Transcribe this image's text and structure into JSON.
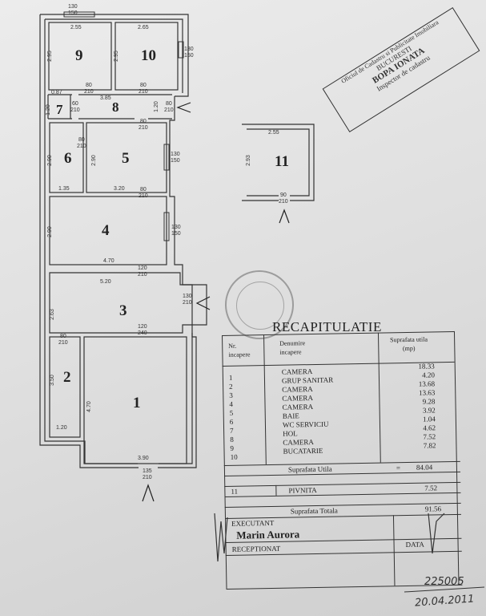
{
  "plan": {
    "rooms": [
      "1",
      "2",
      "3",
      "4",
      "5",
      "6",
      "7",
      "8",
      "9",
      "10",
      "11"
    ],
    "dims": {
      "top_window": "130\n150",
      "r9_width": "2.55",
      "r9_height": "2.95",
      "r10_width": "2.65",
      "r10_height": "2.95",
      "r10_window": "130\n150",
      "door_9": "80\n210",
      "door_10": "80\n210",
      "r7_width": "0.87",
      "r7_height": "1.20",
      "door_7": "60\n210",
      "r8_width": "3.85",
      "r8_height": "1.20",
      "entry_8": "80\n210",
      "door_5_top": "80\n210",
      "door_6": "80\n210",
      "r6_height": "2.90",
      "r6_width": "1.35",
      "r5_height": "2.90",
      "r5_width": "3.20",
      "r5_window": "130\n150",
      "door_4": "80\n210",
      "r4_height": "2.90",
      "r4_width": "4.70",
      "r4_window": "130\n150",
      "door_3_top": "120\n210",
      "r3_width": "5.20",
      "r3_height": "2.63",
      "entry_3": "130\n210",
      "door_2": "80\n210",
      "door_1": "120\n240",
      "r2_height": "3.50",
      "r2_width": "1.20",
      "r1_height": "4.70",
      "r1_width": "3.90",
      "entry_1": "135\n210",
      "r11_width": "2.55",
      "r11_height": "2.93",
      "entry_11": "90\n210"
    }
  },
  "recap": {
    "title": "RECAPITULATIE",
    "headers": {
      "nr": "Nr.\nincapere",
      "name": "Denumire\nincapere",
      "area": "Suprafata utila\n(mp)"
    },
    "numbers": [
      "1",
      "2",
      "3",
      "4",
      "5",
      "6",
      "7",
      "8",
      "9",
      "10"
    ],
    "names": [
      "CAMERA",
      "GRUP SANITAR",
      "CAMERA",
      "CAMERA",
      "CAMERA",
      "BAIE",
      "WC SERVICIU",
      "HOL",
      "CAMERA",
      "BUCATARIE"
    ],
    "areas": [
      "18.33",
      "4.20",
      "13.68",
      "13.63",
      "9.28",
      "3.92",
      "1.04",
      "4.62",
      "7.52",
      "7.82"
    ],
    "useful_label": "Suprafata Utila",
    "useful_eq": "=",
    "useful_value": "84.04",
    "basement_nr": "11",
    "basement_name": "PIVNITA",
    "basement_area": "7.52",
    "total_label": "Suprafata Totala",
    "total_value": "91.56",
    "executant_label": "EXECUTANT",
    "executant_name": "Marin Aurora",
    "data_label": "DATA",
    "receptionat_label": "RECEPTIONAT"
  },
  "stamp": {
    "line1": "Oficiul de Cadastru si Publicitate Imobiliara",
    "line2": "BUCURESTI",
    "line3": "BOPA IONATA",
    "line4": "Inspector de cadastru"
  },
  "handwritten": {
    "number": "225005",
    "date": "20.04.2011"
  }
}
